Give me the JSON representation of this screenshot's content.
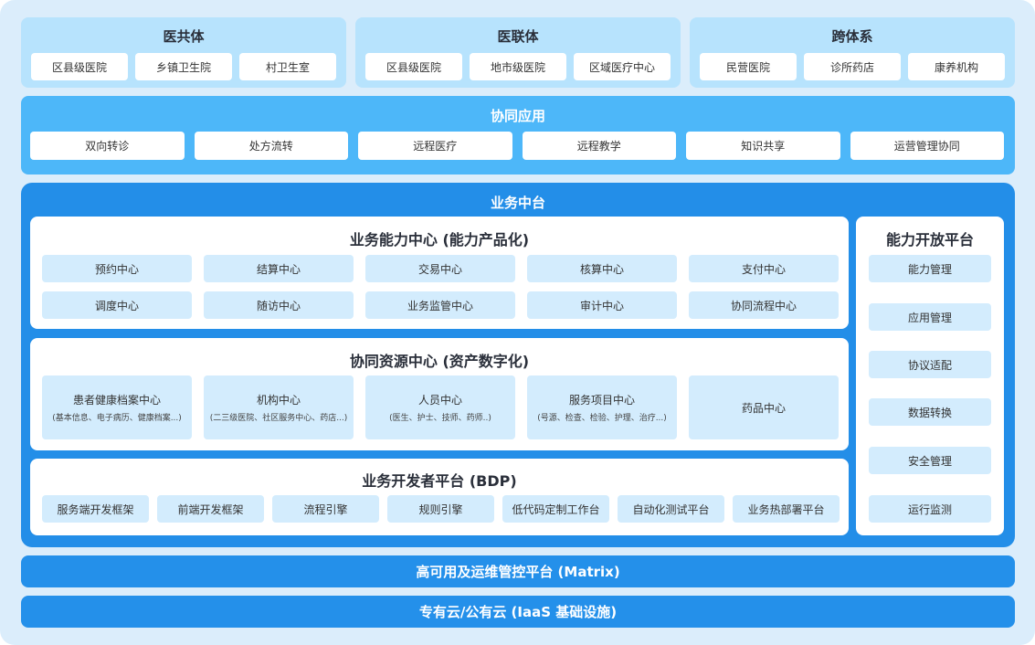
{
  "groups": [
    {
      "title": "医共体",
      "items": [
        "区县级医院",
        "乡镇卫生院",
        "村卫生室"
      ]
    },
    {
      "title": "医联体",
      "items": [
        "区县级医院",
        "地市级医院",
        "区域医疗中心"
      ]
    },
    {
      "title": "跨体系",
      "items": [
        "民营医院",
        "诊所药店",
        "康养机构"
      ]
    }
  ],
  "collab": {
    "title": "协同应用",
    "items": [
      "双向转诊",
      "处方流转",
      "远程医疗",
      "远程教学",
      "知识共享",
      "运营管理协同"
    ]
  },
  "middle": {
    "title": "业务中台",
    "capability": {
      "title": "业务能力中心 (能力产品化)",
      "items": [
        "预约中心",
        "结算中心",
        "交易中心",
        "核算中心",
        "支付中心",
        "调度中心",
        "随访中心",
        "业务监管中心",
        "审计中心",
        "协同流程中心"
      ]
    },
    "resource": {
      "title": "协同资源中心 (资产数字化)",
      "items": [
        {
          "label": "患者健康档案中心",
          "sub": "(基本信息、电子病历、健康档案...)"
        },
        {
          "label": "机构中心",
          "sub": "(二三级医院、社区服务中心、药店...)"
        },
        {
          "label": "人员中心",
          "sub": "(医生、护士、技师、药师..)"
        },
        {
          "label": "服务项目中心",
          "sub": "(号源、检查、检验、护理、治疗...)"
        },
        {
          "label": "药品中心",
          "sub": ""
        }
      ]
    },
    "developer": {
      "title": "业务开发者平台 (BDP)",
      "items": [
        "服务端开发框架",
        "前端开发框架",
        "流程引擎",
        "规则引擎",
        "低代码定制工作台",
        "自动化测试平台",
        "业务热部署平台"
      ]
    },
    "open": {
      "title": "能力开放平台",
      "items": [
        "能力管理",
        "应用管理",
        "协议适配",
        "数据转换",
        "安全管理",
        "运行监测"
      ]
    }
  },
  "bars": {
    "matrix": "高可用及运维管控平台 (Matrix)",
    "cloud": "专有云/公有云 (IaaS 基础设施)"
  }
}
